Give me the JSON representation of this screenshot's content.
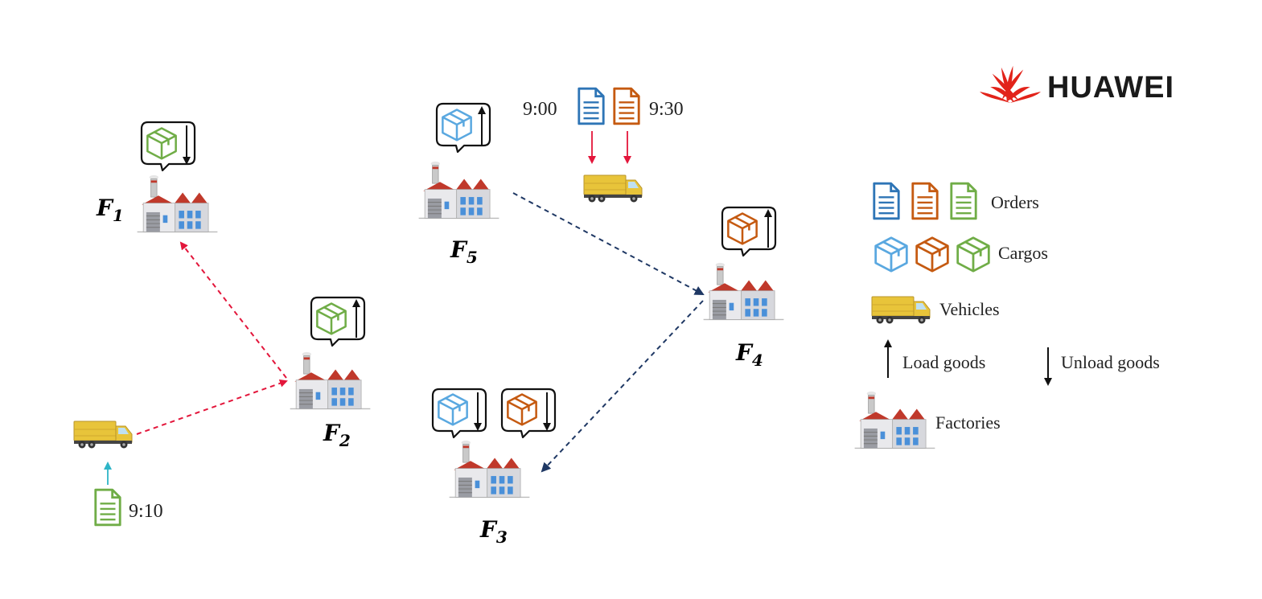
{
  "brand": {
    "name": "HUAWEI",
    "color": "#e2231a"
  },
  "factories": {
    "f1": {
      "letter": "F",
      "sub": "1"
    },
    "f2": {
      "letter": "F",
      "sub": "2"
    },
    "f3": {
      "letter": "F",
      "sub": "3"
    },
    "f4": {
      "letter": "F",
      "sub": "4"
    },
    "f5": {
      "letter": "F",
      "sub": "5"
    }
  },
  "times": {
    "order_blue": "9:00",
    "order_orange": "9:30",
    "order_green": "9:10"
  },
  "legend": {
    "orders": "Orders",
    "cargos": "Cargos",
    "vehicles": "Vehicles",
    "load": "Load goods",
    "unload": "Unload goods",
    "factories": "Factories"
  },
  "colors": {
    "blue": "#2e75b6",
    "orange": "#c55a11",
    "green": "#70ad47",
    "route_red": "#e3163b",
    "route_navy": "#1f3864",
    "teal_arrow": "#2eb5c7",
    "truck_yellow": "#e8c43a"
  }
}
